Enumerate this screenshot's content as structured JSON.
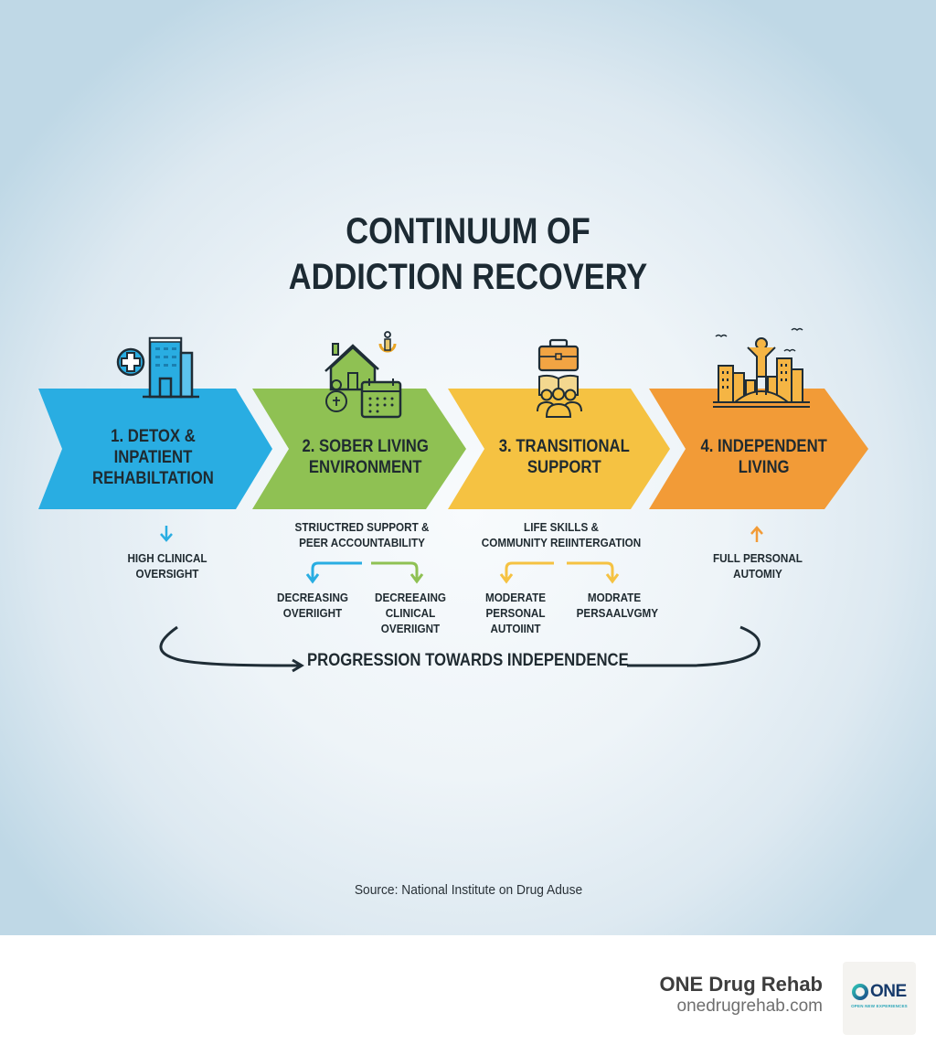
{
  "title": {
    "line1": "CONTINUUM OF",
    "line2": "ADDICTION RECOVERY"
  },
  "colors": {
    "stage1": "#29ade2",
    "stage2": "#8fc153",
    "stage3": "#f5c242",
    "stage4": "#f29b37",
    "text_dark": "#1f2a30",
    "icon_stroke": "#1f2d36"
  },
  "stages": [
    {
      "number": "1",
      "line1": "1. DETOX &",
      "line2": "INPATIENT",
      "line3": "REHABILTATION",
      "icon": "hospital-icon",
      "color": "#29ade2"
    },
    {
      "number": "2",
      "line1": "2. SOBER LIVING",
      "line2": "ENVIRONMENT",
      "icon": "house-calendar-icon",
      "color": "#8fc153"
    },
    {
      "number": "3",
      "line1": "3. TRANSITIONAL",
      "line2": "SUPPORT",
      "icon": "briefcase-group-icon",
      "color": "#f5c242"
    },
    {
      "number": "4",
      "line1": "4. INDEPENDENT",
      "line2": "LIVING",
      "icon": "city-person-icon",
      "color": "#f29b37"
    }
  ],
  "details": {
    "stage1": {
      "arrow": "down-arrow-icon",
      "line1": "HIGH CLINICAL",
      "line2": "OVERSIGHT"
    },
    "stage2": {
      "heading1": "STRIUCTRED SUPPORT &",
      "heading2": "PEER ACCOUNTABILITY",
      "left": {
        "line1": "DECREASING",
        "line2": "OVERIIGHT"
      },
      "right": {
        "line1": "DECREEAING",
        "line2": "CLINICAL OVERIIGNT"
      }
    },
    "stage3": {
      "heading1": "LIFE SKILLS &",
      "heading2": "COMMUNITY REIINTERGATION",
      "left": {
        "line1": "MODERATE",
        "line2": "PERSONAL AUTOIINT"
      },
      "right": {
        "line1": "MODRATE",
        "line2": "PERSAALVGMY"
      }
    },
    "stage4": {
      "arrow": "up-arrow-icon",
      "line1": "FULL PERSONAL",
      "line2": "AUTOMIY"
    }
  },
  "progression": {
    "label": "PROGRESSION TOWARDS INDEPENDENCE"
  },
  "source": {
    "text": "Source: National Institute on Drug Aduse"
  },
  "footer": {
    "brand_name": "ONE Drug Rehab",
    "brand_url": "onedrugrehab.com",
    "logo_text": "ONE",
    "logo_tagline": "OPEN NEW EXPERIENCES"
  }
}
